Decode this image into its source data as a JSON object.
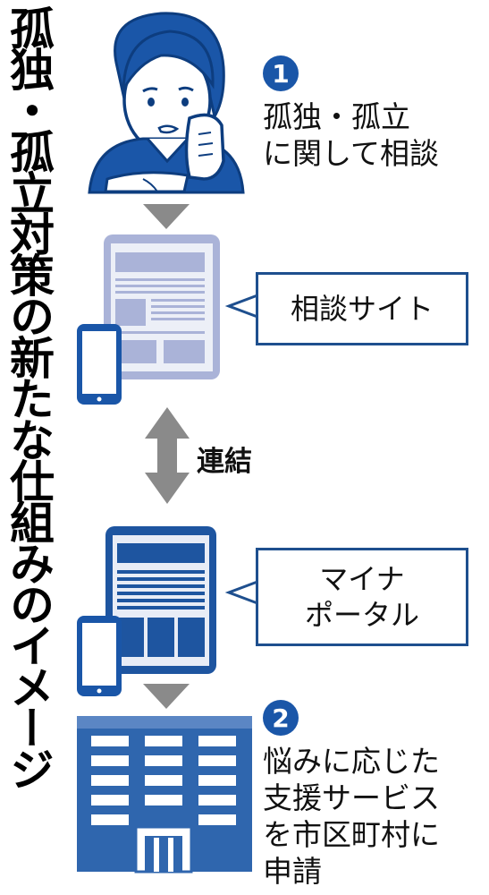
{
  "title": "孤独・孤立対策の新たな仕組みのイメージ",
  "step1": {
    "number": "1",
    "text": "孤独・孤立\nに関して相談"
  },
  "consult_site": {
    "label": "相談サイト"
  },
  "link": {
    "label": "連結"
  },
  "myna_portal": {
    "label": "マイナ\nポータル"
  },
  "step2": {
    "number": "2",
    "text": "悩みに応じた\n支援サービス\nを市区町村に\n申請"
  },
  "colors": {
    "primary_blue": "#1a56a8",
    "light_device": "#aab3d8",
    "gray_arrow": "#8a8a8a",
    "building": "#2f66ae"
  }
}
